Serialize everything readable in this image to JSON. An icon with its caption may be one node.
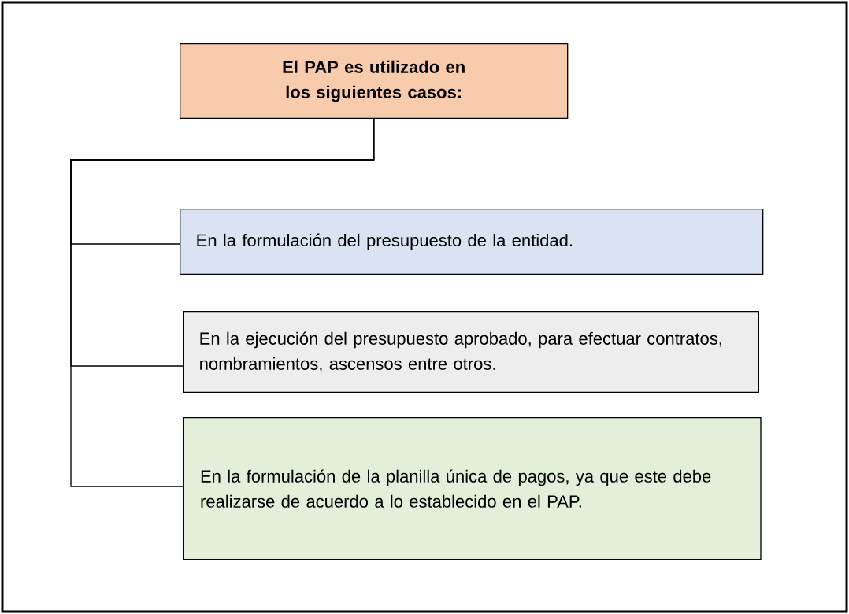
{
  "diagram": {
    "nodes": [
      {
        "text": [
          "El PAP es utilizado en los siguientes casos:"
        ]
      },
      {
        "text": [
          "En la formulación del presupuesto de la entidad."
        ]
      },
      {
        "text": [
          "En la ejecución del presupuesto aprobado, para efectuar contratos, nombramientos, ascensos entre otros."
        ]
      },
      {
        "text": [
          "En la formulación de la planilla única de pagos, ya que este debe realizarse de acuerdo a lo establecido en el PAP."
        ]
      }
    ],
    "edges": [
      {
        "from": 0,
        "to": 1,
        "arrow": "none"
      },
      {
        "from": 0,
        "to": 2,
        "arrow": "none"
      },
      {
        "from": 0,
        "to": 3,
        "arrow": "none"
      }
    ]
  }
}
